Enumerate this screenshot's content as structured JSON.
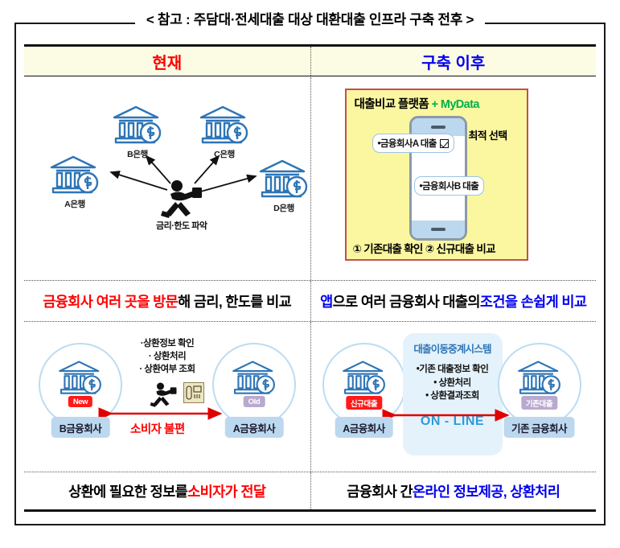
{
  "frame": {
    "title": "< 참고 : 주담대·전세대출 대상 대환대출 인프라 구축 전후 >"
  },
  "header": {
    "left": "현재",
    "right": "구축 이후"
  },
  "before": {
    "banks": [
      {
        "name": "A은행"
      },
      {
        "name": "B은행"
      },
      {
        "name": "C은행"
      },
      {
        "name": "D은행"
      }
    ],
    "runner_label": "금리·한도 파악",
    "caption": {
      "highlight": "금융회사 여러 곳을 방문",
      "rest": "해 금리, 한도를 비교"
    }
  },
  "after": {
    "panel": {
      "title_main": "대출비교 플랫폼",
      "title_plus": " + ",
      "title_mydata": "MyData",
      "best_label": "최적 선택",
      "options": [
        {
          "text": "•금융회사A 대출",
          "checked": true
        },
        {
          "text": "•금융회사B 대출",
          "checked": false
        }
      ],
      "footer": "① 기존대출 확인  ② 신규대출 비교"
    },
    "caption": {
      "lead": "앱",
      "middle": "으로 여러 금융회사 대출의 ",
      "tail": "조건을 손쉽게 비교"
    }
  },
  "before_bottom": {
    "left_node": {
      "badge": "New",
      "name": "B금융회사"
    },
    "right_node": {
      "badge": "Old",
      "name": "A금융회사"
    },
    "info_lines": [
      "·상환정보 확인",
      "· 상환처리",
      "· 상환여부 조회"
    ],
    "arrow_label": "소비자 불편",
    "caption": {
      "lead": "상환에 필요한 정보를 ",
      "highlight": "소비자가 전달"
    }
  },
  "after_bottom": {
    "left_node": {
      "badge": "신규대출",
      "name": "A금융회사"
    },
    "right_node": {
      "badge": "기존대출",
      "name": "기존 금융회사"
    },
    "relay_title": "대출이동중계시스템",
    "relay_lines": [
      "•기존 대출정보 확인",
      "• 상환처리",
      "• 상환결과조회"
    ],
    "online_label": "ON - LINE",
    "caption": {
      "lead": "금융회사 간 ",
      "highlight": "온라인 정보제공, 상환처리"
    }
  },
  "colors": {
    "red": "#ff0000",
    "blue": "#0000ee",
    "green": "#00b050",
    "bank_blue": "#2e75b6",
    "panel_yellow": "#fbf7a0",
    "panel_border": "#c0504d",
    "header_bg": "#fcfbe4"
  }
}
